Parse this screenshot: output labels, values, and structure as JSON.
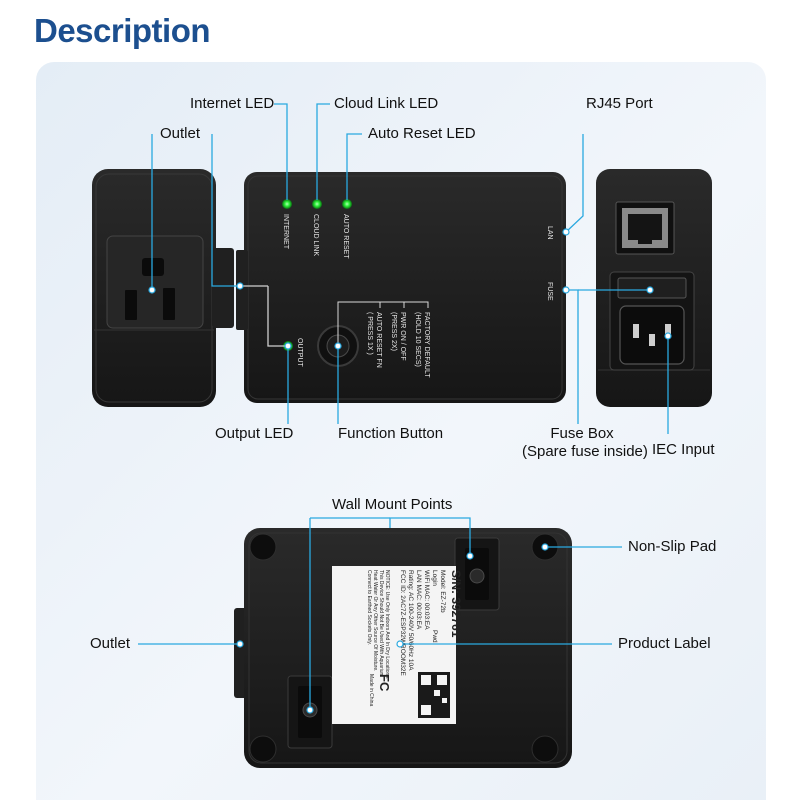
{
  "title": "Description",
  "callouts": {
    "internet_led": "Internet LED",
    "cloud_link_led": "Cloud Link LED",
    "auto_reset_led": "Auto Reset LED",
    "rj45_port": "RJ45 Port",
    "outlet_top": "Outlet",
    "output_led": "Output LED",
    "function_button": "Function Button",
    "fuse_box": "Fuse Box",
    "fuse_box_note": "(Spare fuse inside)",
    "iec_input": "IEC Input",
    "wall_mount_points": "Wall Mount Points",
    "non_slip_pad": "Non-Slip Pad",
    "outlet_bottom": "Outlet",
    "product_label": "Product  Label"
  },
  "device_labels": {
    "internet": "INTERNET",
    "cloud_link": "CLOUD LINK",
    "auto_reset": "AUTO RESET",
    "output": "OUTPUT",
    "factory_default": "FACTORY DEFAULT",
    "factory_default_hold": "(HOLD 10 SECS)",
    "pwr_on_off": "PWR ON / OFF",
    "pwr_press": "(PRESS 2X)",
    "auto_reset_fn": "AUTO RESET FN",
    "auto_reset_press": "( PRESS 1X )",
    "lan": "LAN",
    "fuse": "FUSE"
  },
  "sticker": {
    "sn": "S/N: 392761",
    "model": "Model: EZ-72b",
    "login": "Login",
    "pwd": "Pwd",
    "wifi_mac": "WiFi MAC: 00:03:EA",
    "lan_mac": "LAN MAC: 00:03:EA",
    "rating": "Rating: AC 100-240V 50/60Hz 10A",
    "fcc_id": "FCC ID: 2AC7Z-ESP32WROOM32E",
    "notice_1": "NOTICE: Use Only Indoors And In Dry Locations.",
    "notice_2": "This Device Should Not Be Used With Aquarium",
    "notice_3": "Heat Water Or Any Other Source Of Moisture.",
    "notice_4": "Connect to Earthed Sockets Only.",
    "fc": "FC",
    "made_in": "Made in China"
  },
  "colors": {
    "title": "#1c4f8f",
    "callout_line": "#2aa9e0",
    "led_green": "#2cf23a",
    "device_body": "#1d1d1d"
  }
}
